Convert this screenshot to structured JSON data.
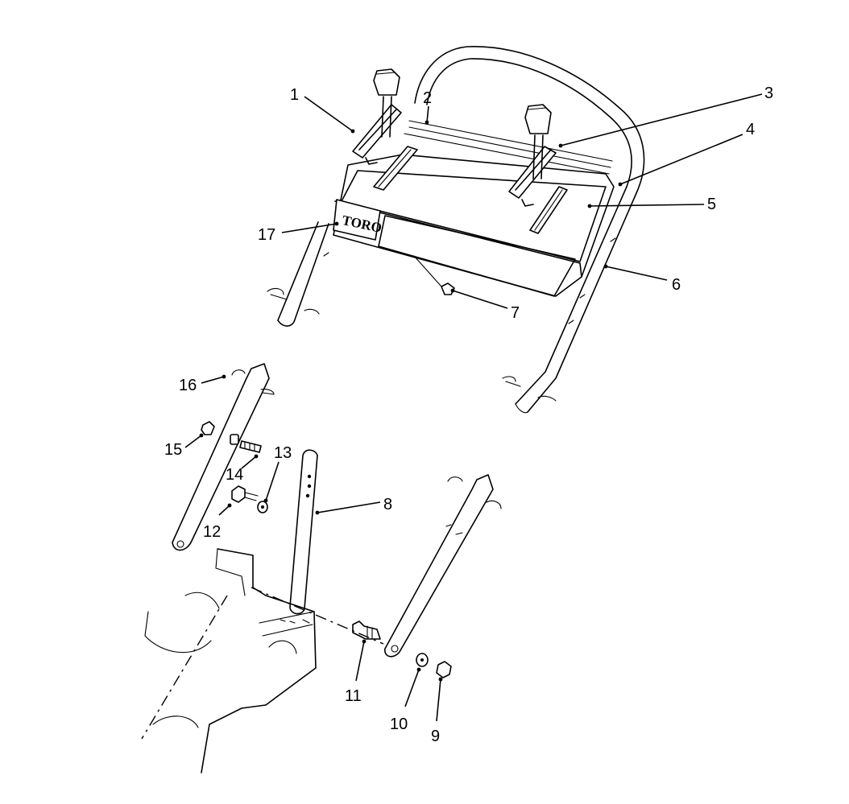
{
  "logo_text": "TORO",
  "callouts": [
    {
      "id": "1",
      "label": "1"
    },
    {
      "id": "2",
      "label": "2"
    },
    {
      "id": "3",
      "label": "3"
    },
    {
      "id": "4",
      "label": "4"
    },
    {
      "id": "5",
      "label": "5"
    },
    {
      "id": "6",
      "label": "6"
    },
    {
      "id": "7",
      "label": "7"
    },
    {
      "id": "8",
      "label": "8"
    },
    {
      "id": "9",
      "label": "9"
    },
    {
      "id": "10",
      "label": "10"
    },
    {
      "id": "11",
      "label": "11"
    },
    {
      "id": "12",
      "label": "12"
    },
    {
      "id": "13",
      "label": "13"
    },
    {
      "id": "14",
      "label": "14"
    },
    {
      "id": "15",
      "label": "15"
    },
    {
      "id": "16",
      "label": "16"
    },
    {
      "id": "17",
      "label": "17"
    }
  ]
}
